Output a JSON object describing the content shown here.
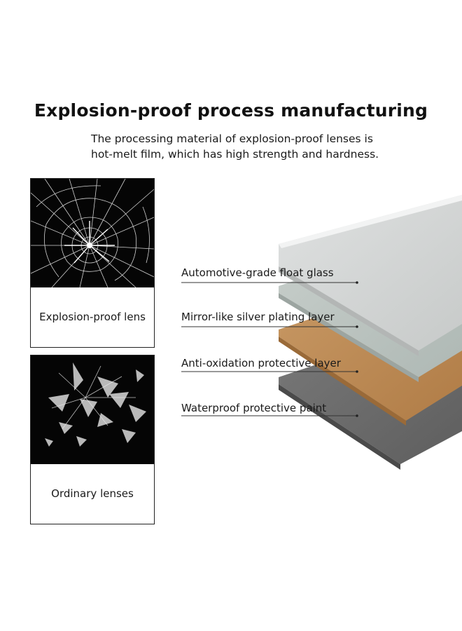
{
  "title": "Explosion-proof process manufacturing",
  "subtitle_line1": "The processing material of explosion-proof lenses is",
  "subtitle_line2": "hot-melt film, which has high strength and hardness.",
  "cards": [
    {
      "caption": "Explosion-proof lens",
      "image": "shattered-glass-icon"
    },
    {
      "caption": "Ordinary lenses",
      "image": "broken-shards-icon"
    }
  ],
  "layers": [
    {
      "label": "Automotive-grade float glass",
      "color": "#c9cccb"
    },
    {
      "label": "Mirror-like silver plating layer",
      "color": "#b8c1bd"
    },
    {
      "label": "Anti-oxidation protective layer",
      "color": "#c08a52"
    },
    {
      "label": "Waterproof protective paint",
      "color": "#6f6f6f"
    }
  ]
}
